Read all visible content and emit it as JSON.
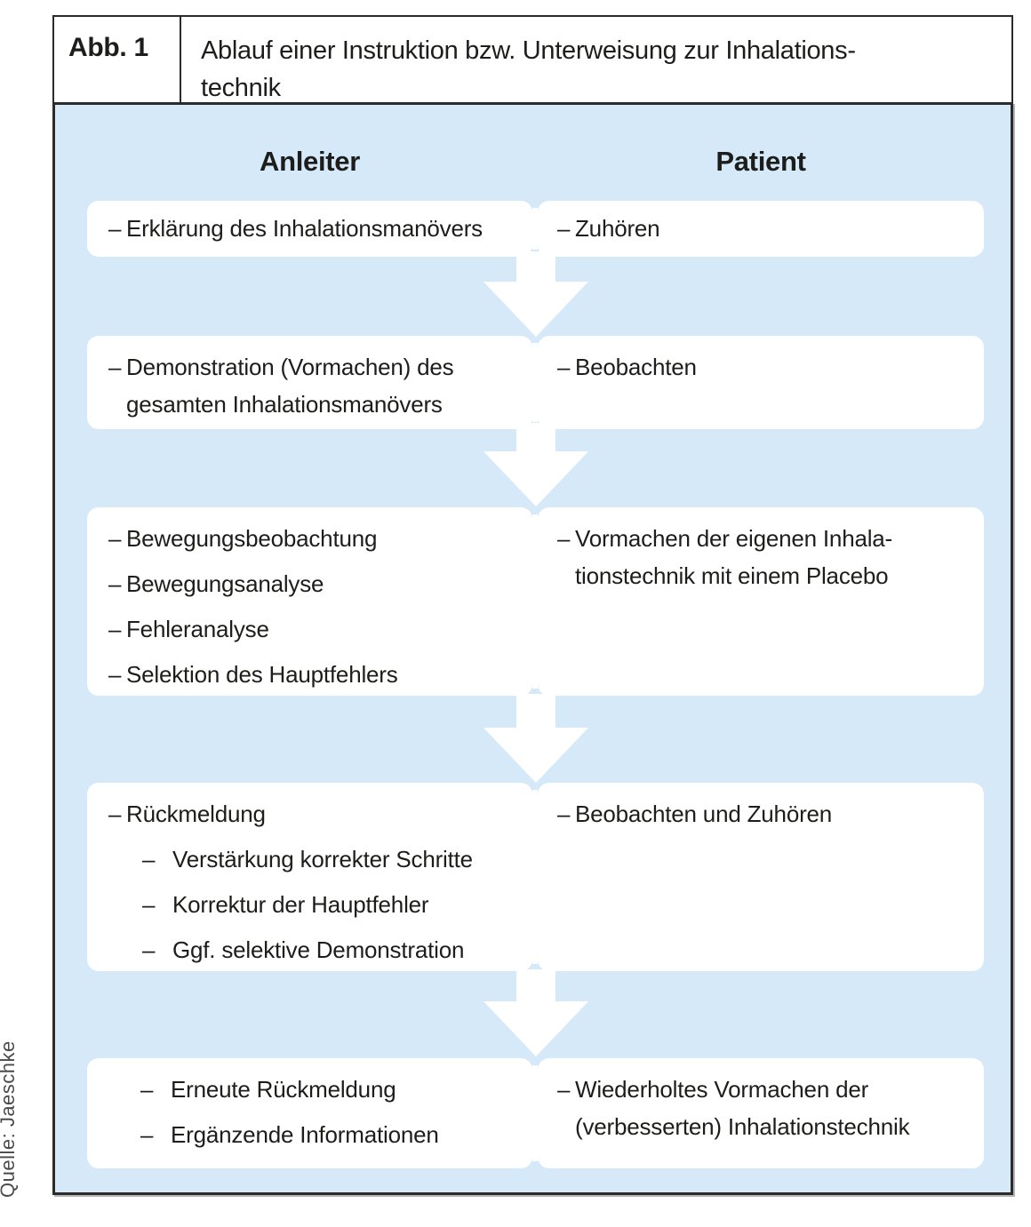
{
  "figure": {
    "label": "Abb. 1",
    "title": "Ablauf einer Instruktion bzw. Unterweisung zur Inhalations-\ntechnik"
  },
  "columns": {
    "left": "Anleiter",
    "right": "Patient"
  },
  "bullet": "–",
  "source": "Quelle: Jaeschke",
  "colors": {
    "panel_bg": "#d5e9f8",
    "box_bg": "#ffffff",
    "border": "#2b2b2b",
    "text": "#1d1d1b",
    "source_text": "#4a4a4a"
  },
  "rows": [
    {
      "left": {
        "items": [
          "Erklärung des Inhalationsmanövers"
        ]
      },
      "right": {
        "items": [
          "Zuhören"
        ]
      }
    },
    {
      "left": {
        "items": [
          "Demonstration (Vormachen) des\ngesamten Inhalationsmanövers"
        ]
      },
      "right": {
        "items": [
          "Beobachten"
        ]
      }
    },
    {
      "left": {
        "items": [
          "Bewegungsbeobachtung",
          "Bewegungsanalyse",
          "Fehleranalyse",
          "Selektion des Hauptfehlers"
        ]
      },
      "right": {
        "items": [
          "Vormachen der eigenen Inhala-\ntionstechnik mit einem Placebo"
        ]
      }
    },
    {
      "left": {
        "items": [
          "Rückmeldung"
        ],
        "subitems": [
          "Verstärkung korrekter Schritte",
          "Korrektur der Hauptfehler",
          "Ggf. selektive Demonstration"
        ]
      },
      "right": {
        "items": [
          "Beobachten und Zuhören"
        ]
      }
    },
    {
      "left": {
        "items": [
          "Erneute Rückmeldung",
          "Ergänzende Informationen"
        ]
      },
      "right": {
        "items": [
          "Wiederholtes Vormachen der\n(verbesserten) Inhalationstechnik"
        ]
      }
    }
  ]
}
